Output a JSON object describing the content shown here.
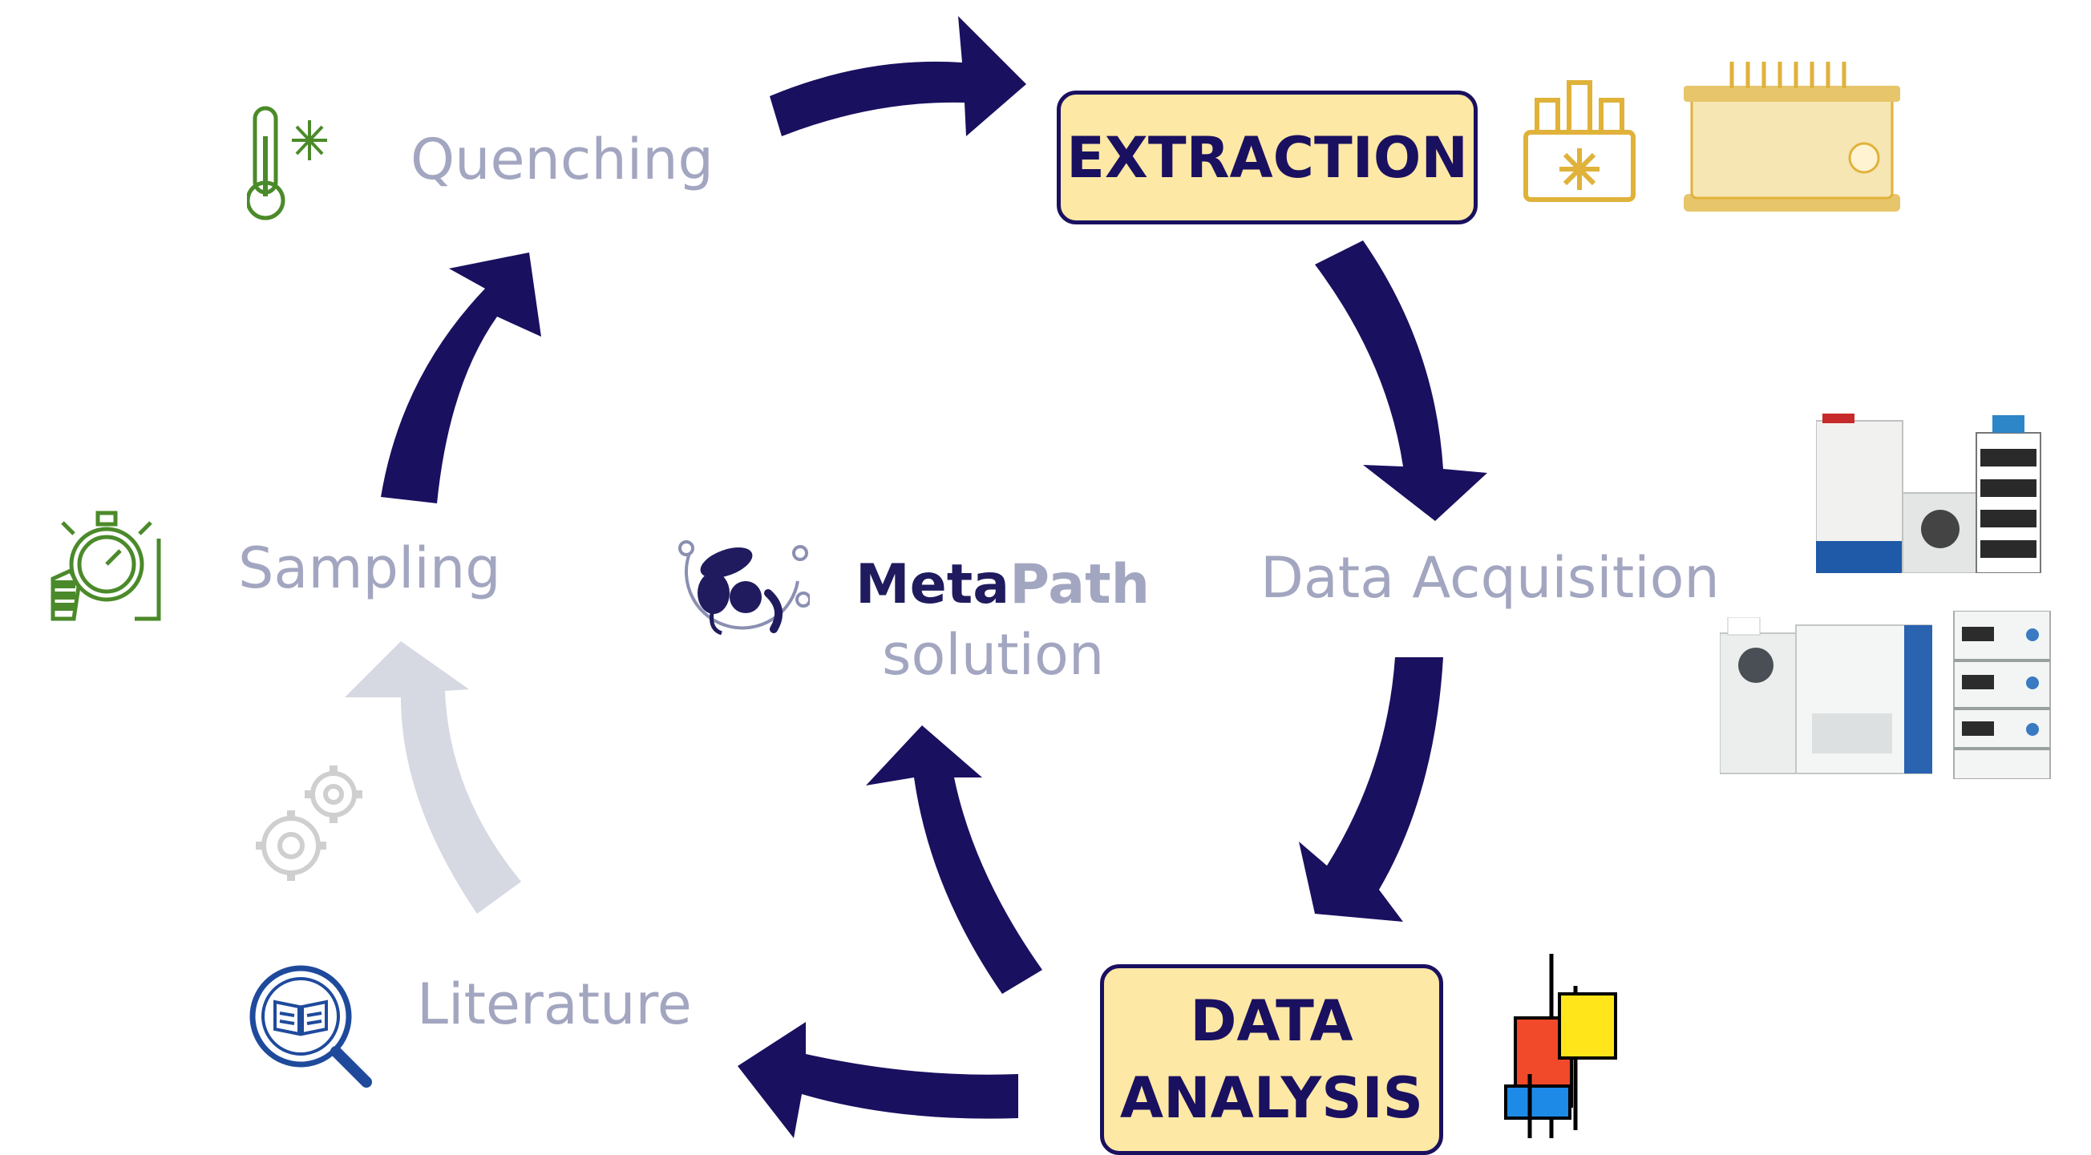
{
  "colors": {
    "arrow_active": "#1a1060",
    "arrow_inactive": "#d6d8e2",
    "label_grey": "#a3a6c0",
    "box_fill": "#fde8a5",
    "box_border": "#1a1060",
    "icon_green": "#4b8a2a",
    "icon_gold": "#e0b23a",
    "icon_blue": "#1f4a9c",
    "icon_gear_grey": "#cfcfcf"
  },
  "stages": {
    "quenching": "Quenching",
    "extraction": "EXTRACTION",
    "data_acquisition": "Data Acquisition",
    "data_analysis_line1": "DATA",
    "data_analysis_line2": "ANALYSIS",
    "literature": "Literature",
    "sampling": "Sampling"
  },
  "center": {
    "brand_part1": "Meta",
    "brand_part2": "Path",
    "brand_sub": "solution"
  },
  "icons": [
    "thermometer-snowflake-icon",
    "cold-storage-tubes-icon",
    "extraction-manifold-icon",
    "mass-spectrometer-instrument-image",
    "lc-ms-system-image",
    "hplc-stack-image",
    "data-analysis-blocks-icon",
    "book-magnifier-icon",
    "gears-icon",
    "stopwatch-hand-icon",
    "metapath-microbe-logo"
  ]
}
